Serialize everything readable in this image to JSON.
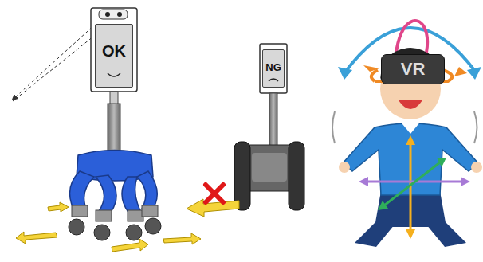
{
  "diagram": {
    "nodes": [
      {
        "text": [
          "OK"
        ]
      },
      {
        "text": [
          "NG"
        ]
      },
      {
        "text": [
          "VR"
        ]
      }
    ]
  }
}
